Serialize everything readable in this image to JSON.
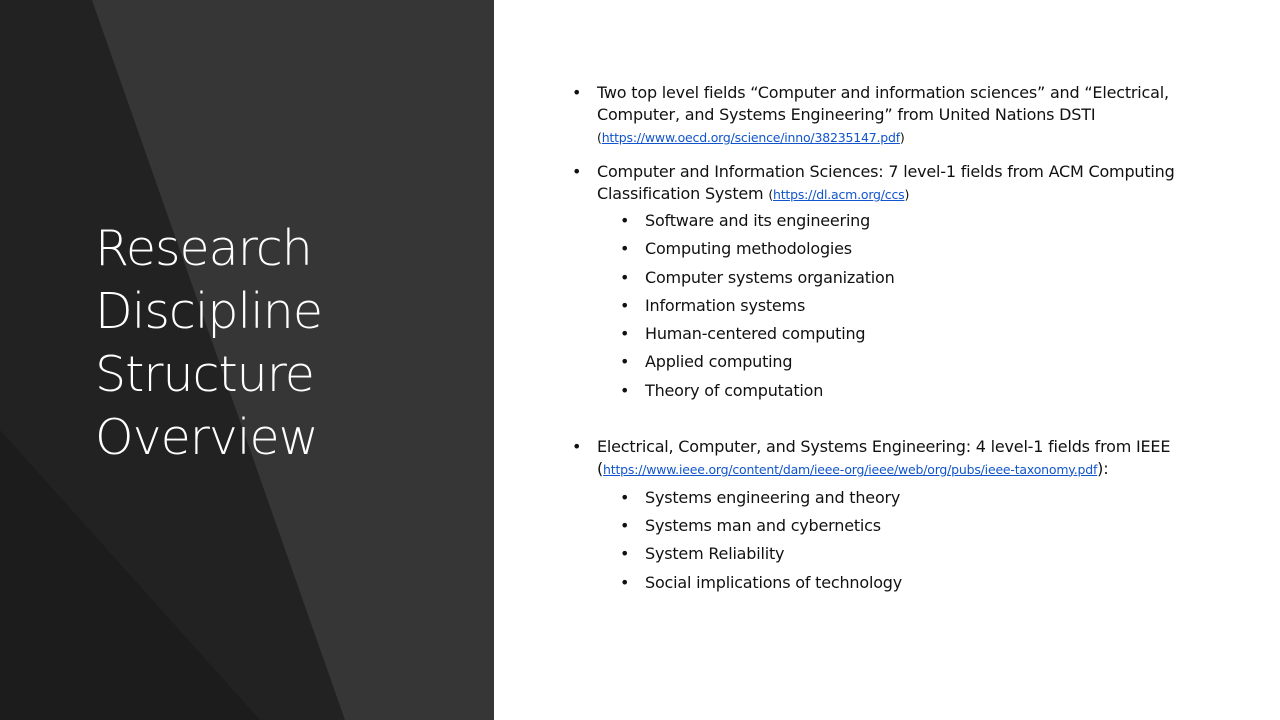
{
  "slide": {
    "title_lines": [
      "Research",
      "Discipline",
      "Structure",
      "Overview"
    ],
    "bullet_glyph": "•",
    "bullets": [
      {
        "text": "Two top level fields “Computer and information sciences” and “Electrical, Computer, and Systems Engineering” from United Nations DSTI",
        "paren_open": "(",
        "link": "https://www.oecd.org/science/inno/38235147.pdf",
        "paren_close": ")"
      },
      {
        "text": "Computer and Information Sciences: 7 level-1 fields from ACM Computing Classification System",
        "paren_open": "(",
        "link": "https://dl.acm.org/ccs",
        "paren_close": ")",
        "subitems": [
          "Software and its engineering",
          "Computing methodologies",
          "Computer systems organization",
          "Information systems",
          "Human-centered computing",
          "Applied computing",
          "Theory of computation"
        ]
      },
      {
        "text": "Electrical, Computer, and Systems Engineering: 4 level-1 fields from IEEE",
        "paren_open": "(",
        "link": "https://www.ieee.org/content/dam/ieee-org/ieee/web/org/pubs/ieee-taxonomy.pdf",
        "paren_close": "):",
        "subitems": [
          "Systems engineering and theory",
          "Systems man and cybernetics",
          "System Reliability",
          "Social implications of technology"
        ]
      }
    ],
    "colors": {
      "panel_dark": "#2a2a2a",
      "panel_mid": "#353535",
      "panel_darkest": "#1e1e1e",
      "link": "#1155cc",
      "text": "#111111"
    }
  }
}
